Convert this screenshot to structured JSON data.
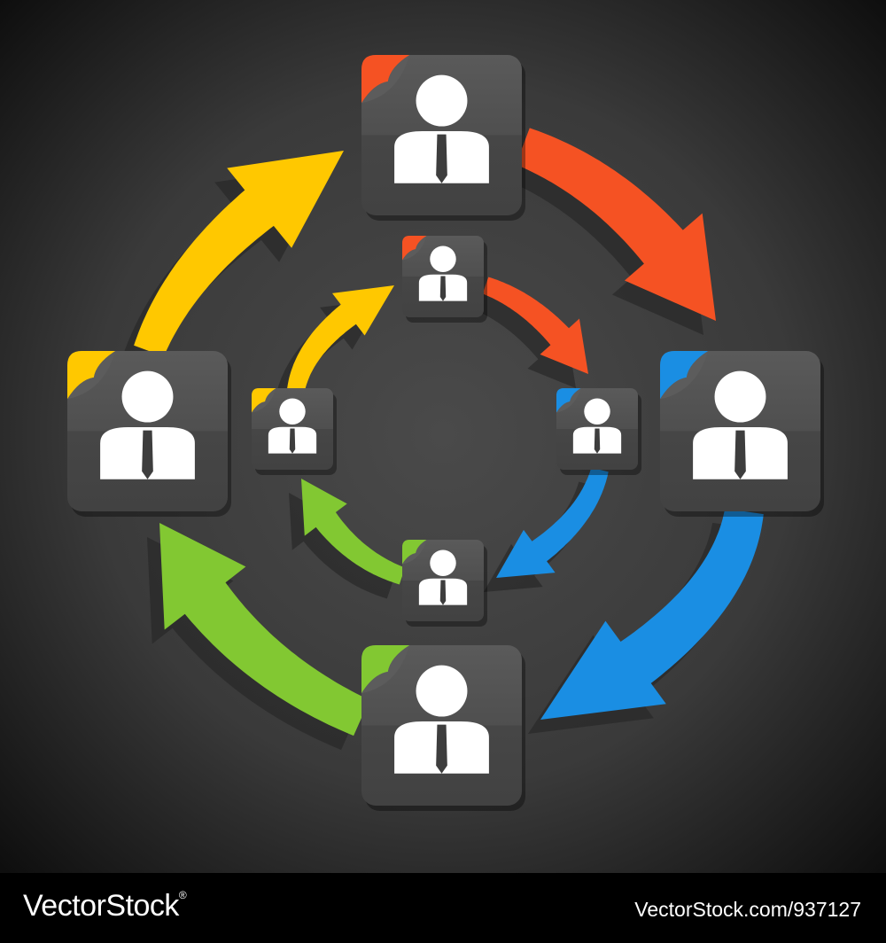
{
  "diagram": {
    "background": {
      "center": "#4a4a4a",
      "edge": "#0b0b0b"
    },
    "tile_color": "#4e4e4e",
    "person_color": "#ffffff",
    "tie_color": "#3d3d3d",
    "colors": {
      "orange": "#f55223",
      "blue": "#1a8ee3",
      "green": "#82c832",
      "yellow": "#ffc800"
    },
    "outer_cycle": {
      "nodes": [
        {
          "id": "top",
          "fold_color": "orange",
          "icon": "person-icon"
        },
        {
          "id": "right",
          "fold_color": "blue",
          "icon": "person-icon"
        },
        {
          "id": "bottom",
          "fold_color": "green",
          "icon": "person-icon"
        },
        {
          "id": "left",
          "fold_color": "yellow",
          "icon": "person-icon"
        }
      ],
      "arrows": [
        {
          "from": "top",
          "to": "right",
          "color": "orange"
        },
        {
          "from": "right",
          "to": "bottom",
          "color": "blue"
        },
        {
          "from": "bottom",
          "to": "left",
          "color": "green"
        },
        {
          "from": "left",
          "to": "top",
          "color": "yellow"
        }
      ]
    },
    "inner_cycle": {
      "nodes": [
        {
          "id": "top",
          "fold_color": "orange",
          "icon": "person-icon"
        },
        {
          "id": "right",
          "fold_color": "blue",
          "icon": "person-icon"
        },
        {
          "id": "bottom",
          "fold_color": "green",
          "icon": "person-icon"
        },
        {
          "id": "left",
          "fold_color": "yellow",
          "icon": "person-icon"
        }
      ],
      "arrows": [
        {
          "from": "top",
          "to": "right",
          "color": "orange"
        },
        {
          "from": "right",
          "to": "bottom",
          "color": "blue"
        },
        {
          "from": "bottom",
          "to": "left",
          "color": "green"
        },
        {
          "from": "left",
          "to": "top",
          "color": "yellow"
        }
      ]
    }
  },
  "footer": {
    "brand": "VectorStock",
    "brand_mark": "®",
    "url": "VectorStock.com/937127"
  }
}
